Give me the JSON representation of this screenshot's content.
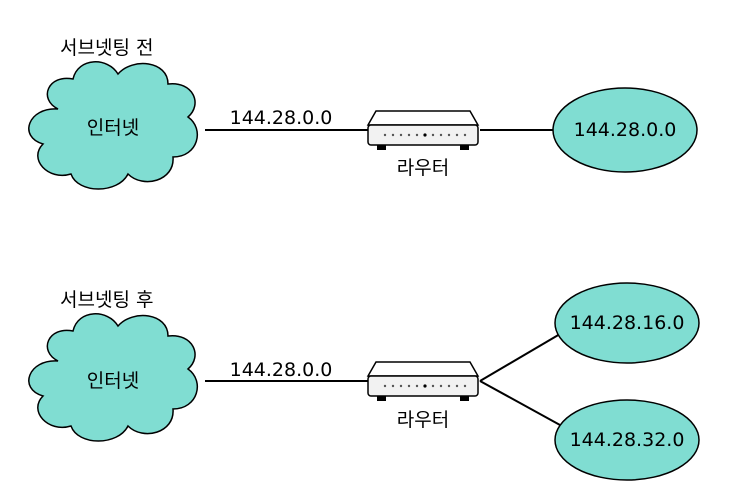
{
  "colors": {
    "cloud_fill": "#80ddd2",
    "network_fill": "#80ddd2",
    "stroke": "#000000",
    "router_body": "#f2f2f2"
  },
  "before": {
    "heading": "서브넷팅 전",
    "cloud_label": "인터넷",
    "link_address": "144.28.0.0",
    "router_label": "라우터",
    "networks": [
      "144.28.0.0"
    ]
  },
  "after": {
    "heading": "서브넷팅 후",
    "cloud_label": "인터넷",
    "link_address": "144.28.0.0",
    "router_label": "라우터",
    "networks": [
      "144.28.16.0",
      "144.28.32.0"
    ]
  }
}
